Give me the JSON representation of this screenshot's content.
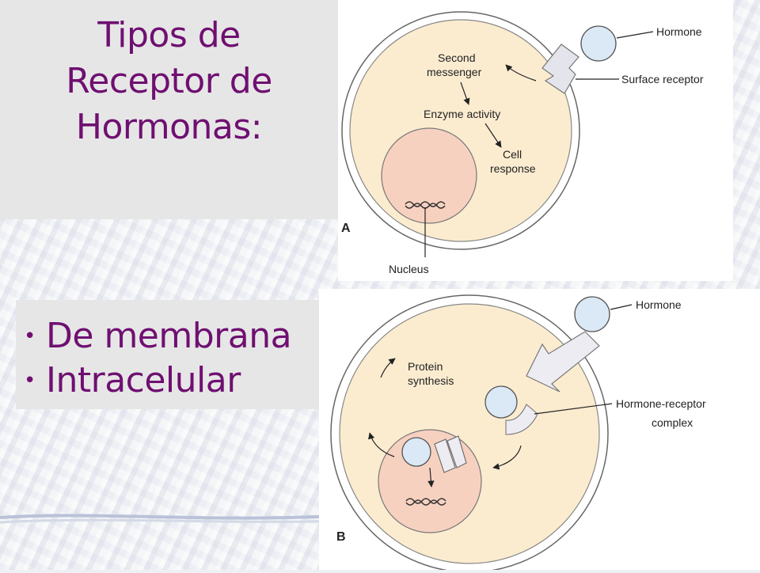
{
  "slide": {
    "title_lines": [
      "Tipos de",
      "Receptor de",
      "Hormonas:"
    ],
    "bullets": [
      "De membrana",
      "Intracelular"
    ]
  },
  "figure_a": {
    "panel_letter": "A",
    "labels": {
      "hormone": "Hormone",
      "surface_receptor": "Surface receptor",
      "second_messenger_1": "Second",
      "second_messenger_2": "messenger",
      "enzyme_activity": "Enzyme activity",
      "cell_response_1": "Cell",
      "cell_response_2": "response",
      "nucleus": "Nucleus"
    }
  },
  "figure_b": {
    "panel_letter": "B",
    "labels": {
      "hormone": "Hormone",
      "protein_synthesis_1": "Protein",
      "protein_synthesis_2": "synthesis",
      "complex_1": "Hormone-receptor",
      "complex_2": "complex"
    }
  },
  "colors": {
    "title_purple": "#6f0f71",
    "cytoplasm": "#fbecd0",
    "nucleus": "#f7d1c0",
    "hormone": "#dbe8f5"
  }
}
